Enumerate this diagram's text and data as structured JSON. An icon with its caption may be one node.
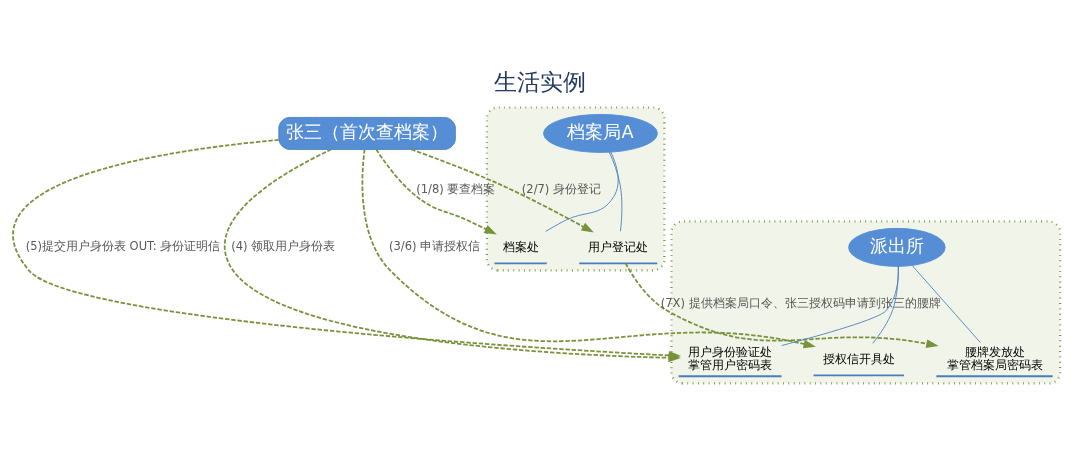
{
  "diagram": {
    "title": "生活实例",
    "nodes": [
      {
        "text": [
          "张三（首次查档案）"
        ]
      },
      {
        "text": [],
        "shape": "box"
      },
      {
        "text": [
          "档案局A"
        ],
        "in": 1
      },
      {
        "text": [
          "档案处"
        ],
        "in": 1
      },
      {
        "text": [
          "用户登记处"
        ],
        "in": 1
      },
      {
        "text": [],
        "shape": "box"
      },
      {
        "text": [
          "授权信开具处"
        ],
        "in": 5
      },
      {
        "text": [
          "腰牌发放处",
          "掌管档案局密码表"
        ],
        "in": 5
      },
      {
        "text": [
          "派出所"
        ],
        "in": 5
      },
      {
        "text": [
          "用户身份验证处",
          "掌管用户密码表"
        ],
        "in": 5
      }
    ],
    "edges": [
      {
        "from": 0,
        "to": 3,
        "arrow": "to",
        "label": "(1/8) 要查档案",
        "style": "dashed"
      },
      {
        "from": 0,
        "to": 4,
        "arrow": "to",
        "label": "(2/7) 身份登记",
        "style": "dashed"
      },
      {
        "from": 0,
        "to": 6,
        "arrow": "to",
        "label": "(3/6) 申请授权信",
        "style": "dashed"
      },
      {
        "from": 0,
        "to": 9,
        "arrow": "to",
        "label": "(4) 领取用户身份表",
        "style": "dashed"
      },
      {
        "from": 0,
        "to": 9,
        "arrow": "to",
        "label": "(5)提交用户身份表 OUT: 身份证明信",
        "style": "dashed"
      },
      {
        "from": 4,
        "to": 7,
        "arrow": "to",
        "label": "(7X) 提供档案局口令、张三授权码申请到张三的腰牌",
        "style": "dashed"
      },
      {
        "from": 2,
        "to": 3,
        "arrow": "none",
        "color": "#4a7ebb"
      },
      {
        "from": 2,
        "to": 4,
        "arrow": "none",
        "color": "#4a7ebb"
      },
      {
        "from": 8,
        "to": 6,
        "arrow": "none",
        "color": "#4a7ebb"
      },
      {
        "from": 8,
        "to": 7,
        "arrow": "none",
        "color": "#4a7ebb"
      },
      {
        "from": 8,
        "to": 9,
        "arrow": "none",
        "color": "#4a7ebb"
      }
    ]
  }
}
